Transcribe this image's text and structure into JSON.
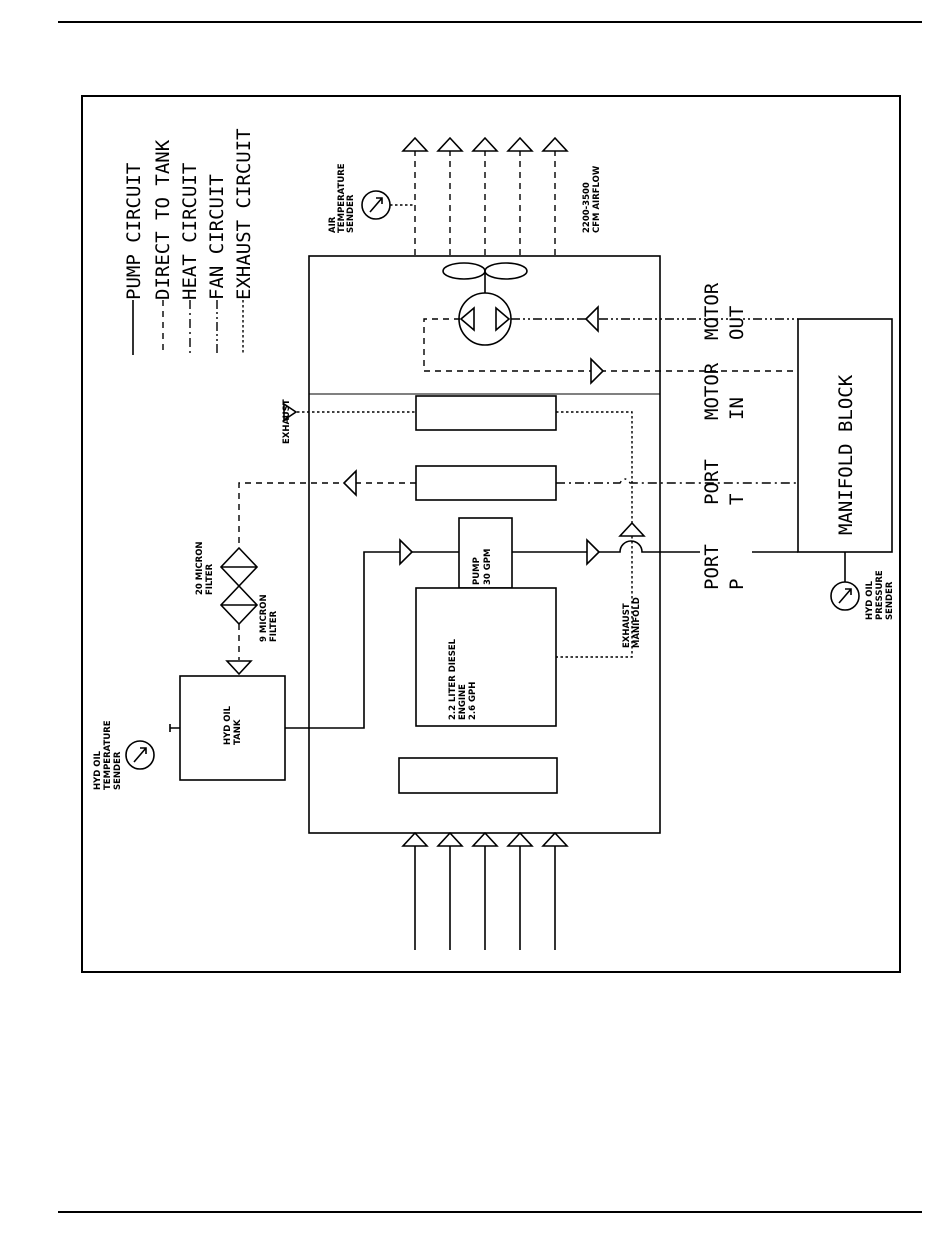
{
  "legend": [
    {
      "key": "pump",
      "label": "PUMP CIRCUIT"
    },
    {
      "key": "direct",
      "label": "DIRECT TO TANK"
    },
    {
      "key": "heat",
      "label": "HEAT CIRCUIT"
    },
    {
      "key": "fan",
      "label": "FAN CIRCUIT"
    },
    {
      "key": "exhaust",
      "label": "EXHAUST CIRCUIT"
    }
  ],
  "labels": {
    "air_temp_sender": [
      "AIR",
      "TEMPERATURE",
      "SENDER"
    ],
    "airflow": [
      "2200-3500",
      "CFM AIRFLOW"
    ],
    "exhaust": "EXHAUST",
    "micron20": [
      "20 MICRON",
      "FILTER"
    ],
    "micron9": [
      "9 MICRON",
      "FILTER"
    ],
    "hyd_tank": [
      "HYD OIL",
      "TANK"
    ],
    "hyd_temp_sender": [
      "HYD OIL",
      "TEMPERATURE",
      "SENDER"
    ],
    "pump": [
      "PUMP",
      "30 GPM"
    ],
    "engine": [
      "2.2 LITER DIESEL",
      "ENGINE",
      "2.6 GPH"
    ],
    "exhaust_manifold": [
      "EXHAUST",
      "MANIFOLD"
    ],
    "port_p": [
      "PORT",
      "P"
    ],
    "port_t": [
      "PORT",
      "T"
    ],
    "motor_in": [
      "MOTOR",
      "IN"
    ],
    "motor_out": [
      "MOTOR",
      "OUT"
    ],
    "manifold_block": "MANIFOLD BLOCK",
    "hyd_pressure_sender": [
      "HYD OIL",
      "PRESSURE",
      "SENDER"
    ]
  },
  "colors": {
    "line": "#000000",
    "background": "#ffffff"
  }
}
